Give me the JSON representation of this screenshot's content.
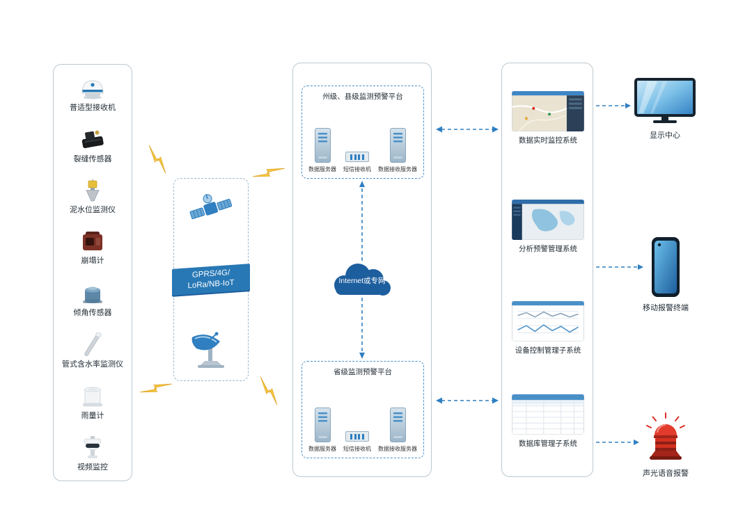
{
  "colors": {
    "accent": "#2878b5",
    "dashed_connector": "#2f7fc1",
    "cloud": "#1d5e9e",
    "lightning_bolt": "#f4c63d",
    "alarm_red": "#d93025"
  },
  "sensors": {
    "items": [
      {
        "label": "普适型接收机",
        "icon": "gnss-receiver-icon"
      },
      {
        "label": "裂缝传感器",
        "icon": "crack-sensor-icon"
      },
      {
        "label": "泥水位监测仪",
        "icon": "mud-level-gauge-icon"
      },
      {
        "label": "崩塌计",
        "icon": "collapse-meter-icon"
      },
      {
        "label": "倾角传感器",
        "icon": "tilt-sensor-icon"
      },
      {
        "label": "管式含水率监测仪",
        "icon": "tube-moisture-gauge-icon"
      },
      {
        "label": "雨量计",
        "icon": "rain-gauge-icon"
      },
      {
        "label": "视频监控",
        "icon": "ptz-camera-icon"
      }
    ]
  },
  "network": {
    "label_line1": "GPRS/4G/",
    "label_line2": "LoRa/NB-IoT",
    "icons": [
      "satellite-icon",
      "radar-dish-icon"
    ]
  },
  "cloud": {
    "label": "Internet或专网",
    "icon": "cloud-icon"
  },
  "platforms": {
    "prefecture": {
      "title": "州级、县级监测预警平台",
      "devices": {
        "server_left": "数据服务器",
        "sms_receiver": "短信接收机",
        "server_right": "数据接收服务器"
      }
    },
    "province": {
      "title": "省级监测预警平台",
      "devices": {
        "server_left": "数据服务器",
        "sms_receiver": "短信接收机",
        "server_right": "数据接收服务器"
      }
    }
  },
  "systems": {
    "items": [
      {
        "label": "数据实时监控系统",
        "icon": "map-dashboard-thumbnail"
      },
      {
        "label": "分析预警管理系统",
        "icon": "gis-analysis-thumbnail"
      },
      {
        "label": "设备控制管理子系统",
        "icon": "charts-thumbnail"
      },
      {
        "label": "数据库管理子系统",
        "icon": "data-table-thumbnail"
      }
    ]
  },
  "outputs": {
    "display_center": {
      "label": "显示中心",
      "icon": "monitor-icon"
    },
    "mobile_terminal": {
      "label": "移动报警终端",
      "icon": "smartphone-icon"
    },
    "sound_light_alarm": {
      "label": "声光语音报警",
      "icon": "siren-icon"
    }
  }
}
